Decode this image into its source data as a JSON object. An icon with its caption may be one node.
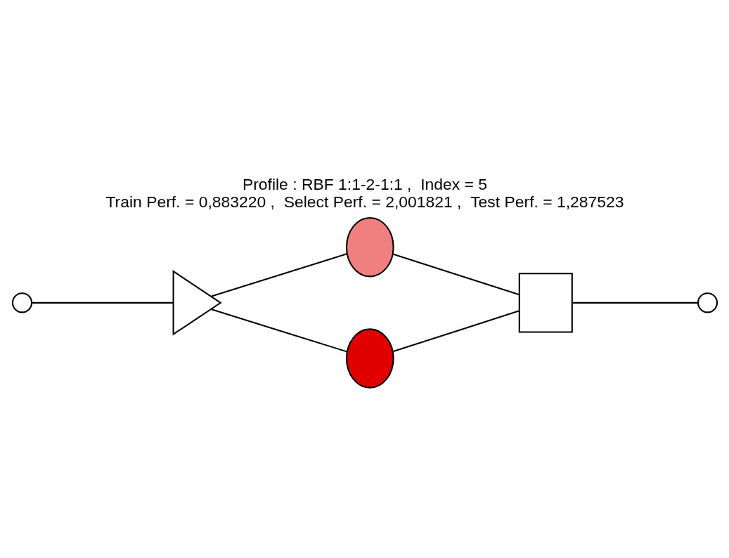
{
  "diagram": {
    "title": "Profile : RBF 1:1-2-1:1 ,  Index = 5",
    "caption": "Train Perf. = 0,883220 ,  Select Perf. = 2,001821 ,  Test Perf. = 1,287523",
    "nodes": [
      {
        "text": [],
        "shape": "circle"
      },
      {
        "text": [],
        "shape": "triangle"
      },
      {
        "text": [],
        "shape": "ellipse"
      },
      {
        "text": [],
        "shape": "ellipse"
      },
      {
        "text": [],
        "shape": "box"
      },
      {
        "text": [],
        "shape": "circle"
      }
    ],
    "edges": [
      {
        "from": 0,
        "to": 1,
        "arrow": "none"
      },
      {
        "from": 1,
        "to": 2,
        "arrow": "none"
      },
      {
        "from": 1,
        "to": 3,
        "arrow": "none"
      },
      {
        "from": 2,
        "to": 4,
        "arrow": "none"
      },
      {
        "from": 3,
        "to": 4,
        "arrow": "none"
      },
      {
        "from": 4,
        "to": 5,
        "arrow": "none"
      }
    ]
  }
}
